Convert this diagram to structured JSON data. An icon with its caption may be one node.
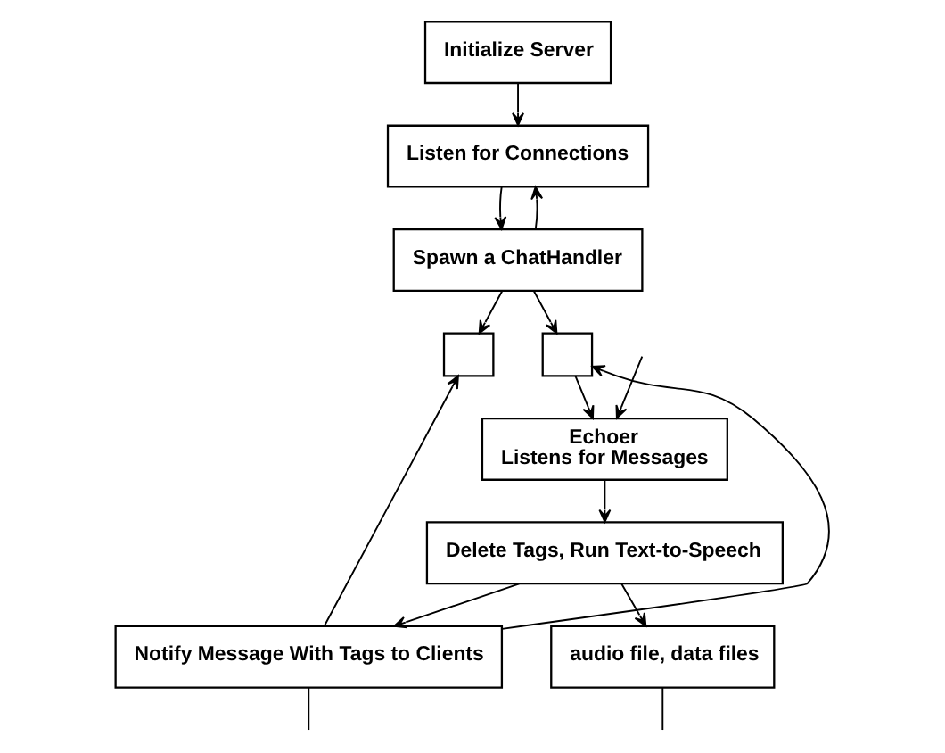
{
  "diagram": {
    "nodes": [
      {
        "text": [
          "Initialize Server"
        ]
      },
      {
        "text": [
          "Listen for Connections"
        ]
      },
      {
        "text": [
          "Spawn a ChatHandler"
        ]
      },
      {
        "text": [],
        "shape": "box"
      },
      {
        "text": [],
        "shape": "box"
      },
      {
        "text": [
          "Echoer",
          "Listens for Messages"
        ]
      },
      {
        "text": [
          "Delete Tags, Run Text-to-Speech"
        ]
      },
      {
        "text": [
          "Notify Message With Tags to Clients"
        ]
      },
      {
        "text": [
          "audio file, data files"
        ]
      }
    ],
    "edges": [
      {
        "from": 0,
        "to": 1,
        "arrow": "to"
      },
      {
        "from": 1,
        "to": 2,
        "arrow": "to"
      },
      {
        "from": 2,
        "to": 1,
        "arrow": "to"
      },
      {
        "from": 2,
        "to": 3,
        "arrow": "to"
      },
      {
        "from": 2,
        "to": 4,
        "arrow": "to"
      },
      {
        "from": 4,
        "to": 5,
        "arrow": "to"
      },
      {
        "from": 5,
        "to": 6,
        "arrow": "to"
      },
      {
        "from": 6,
        "to": 7,
        "arrow": "to"
      },
      {
        "from": 6,
        "to": 8,
        "arrow": "to"
      },
      {
        "from": 7,
        "to": 3,
        "arrow": "to"
      },
      {
        "from": 7,
        "to": 4,
        "arrow": "to"
      },
      {
        "from": 7,
        "to": null,
        "arrow": "none"
      },
      {
        "from": null,
        "to": 5,
        "arrow": "to"
      },
      {
        "from": 8,
        "to": null,
        "arrow": "none"
      }
    ]
  }
}
